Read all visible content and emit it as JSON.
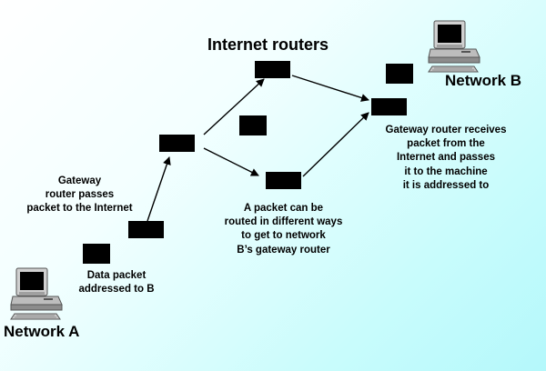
{
  "labels": {
    "title": "Internet routers",
    "network_a": "Network A",
    "network_b": "Network B",
    "gateway_a": [
      "Gateway",
      "router passes",
      "packet to the Internet"
    ],
    "data_packet": [
      "Data packet",
      "addressed to B"
    ],
    "routing": [
      "A packet can be",
      "routed in different ways",
      "to get to network",
      "B’s gateway router"
    ],
    "gateway_b": [
      "Gateway router receives",
      "packet from the",
      "Internet and passes",
      "it to the machine",
      "it is addressed to"
    ]
  },
  "icons": {
    "router": "router-box-icon",
    "envelope": "envelope-icon",
    "computer": "computer-icon",
    "arrow": "arrow-icon"
  },
  "colors": {
    "background_start": "#ffffff",
    "background_end": "#b4f8fb",
    "router": "#000000",
    "computer_shell": "#d8d8d8",
    "screen": "#000000"
  }
}
